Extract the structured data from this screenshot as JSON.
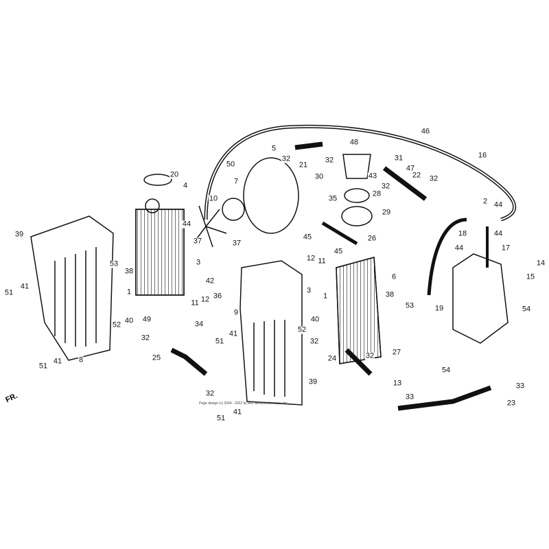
{
  "diagram": {
    "labels": [
      "46",
      "16",
      "5",
      "32",
      "21",
      "48",
      "32",
      "31",
      "47",
      "50",
      "20",
      "4",
      "7",
      "30",
      "43",
      "22",
      "32",
      "32",
      "28",
      "10",
      "35",
      "2",
      "44",
      "29",
      "44",
      "18",
      "44",
      "39",
      "45",
      "26",
      "37",
      "37",
      "17",
      "44",
      "45",
      "53",
      "38",
      "3",
      "12",
      "11",
      "6",
      "14",
      "15",
      "42",
      "36",
      "12",
      "11",
      "1",
      "41",
      "51",
      "9",
      "3",
      "1",
      "38",
      "53",
      "19",
      "54",
      "40",
      "49",
      "52",
      "40",
      "52",
      "34",
      "41",
      "51",
      "32",
      "32",
      "25",
      "8",
      "41",
      "51",
      "24",
      "32",
      "27",
      "54",
      "13",
      "39",
      "32",
      "33",
      "33",
      "23",
      "41",
      "51"
    ],
    "front_marker": "FR.",
    "copyright": "Page design (c) 2004 - 2022 by ARI Network Services, Inc.",
    "colors": {
      "ink": "#111111",
      "paper": "#ffffff"
    }
  }
}
